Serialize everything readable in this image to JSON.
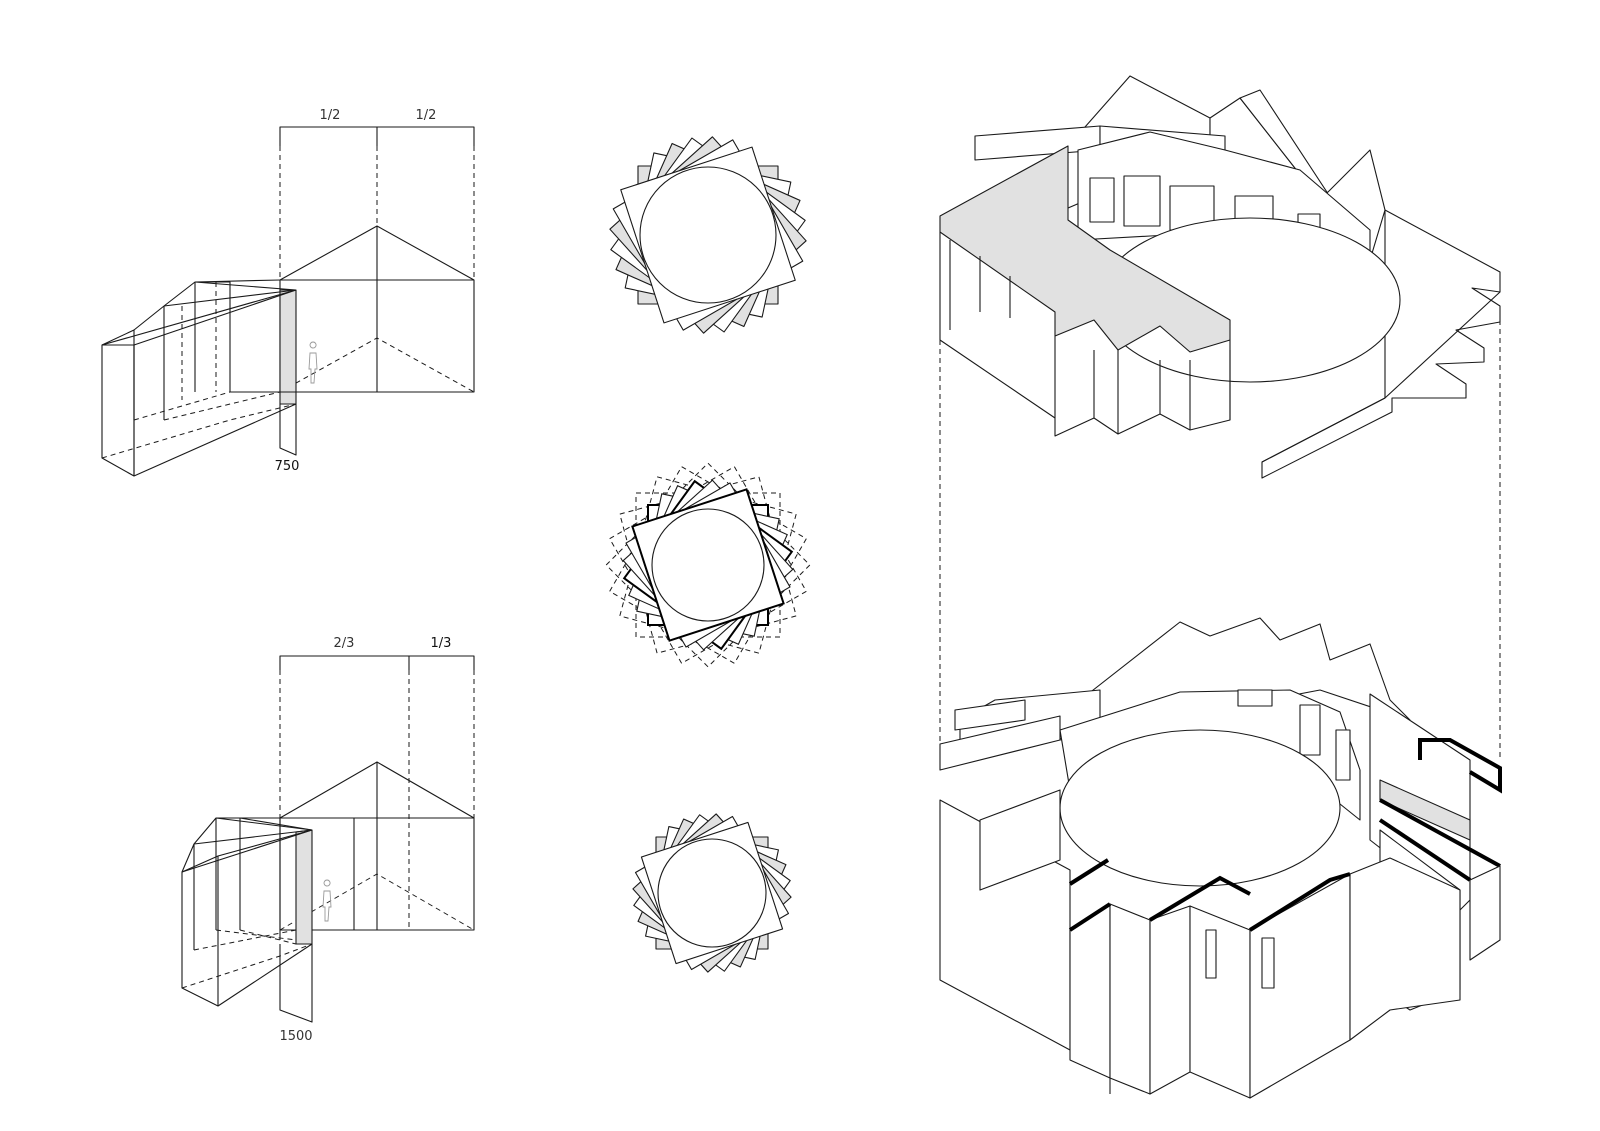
{
  "colors": {
    "line": "#1a1a1a",
    "fill": "#e1e1e1",
    "background": "#ffffff"
  },
  "top_module": {
    "fraction_left": "1/2",
    "fraction_right": "1/2",
    "dimension": "750"
  },
  "bottom_module": {
    "fraction_left": "2/3",
    "fraction_right": "1/3",
    "dimension": "1500"
  }
}
